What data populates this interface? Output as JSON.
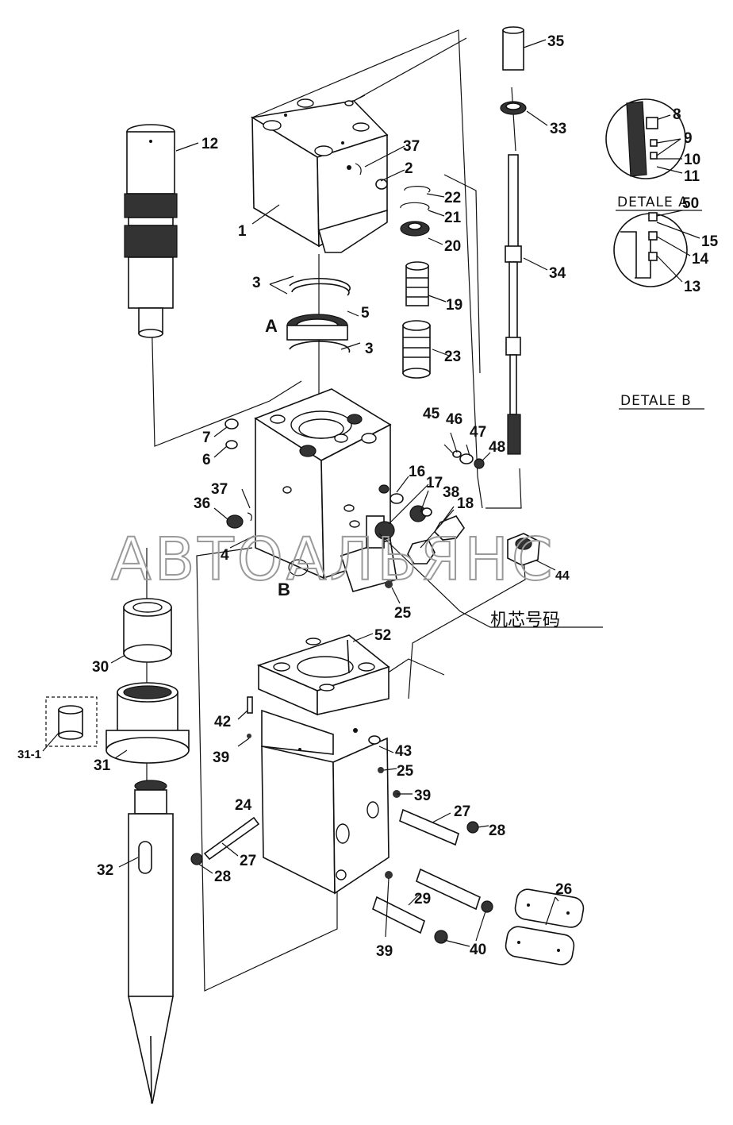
{
  "parts": [
    {
      "n": "1"
    },
    {
      "n": "2"
    },
    {
      "n": "3"
    },
    {
      "n": "3"
    },
    {
      "n": "4"
    },
    {
      "n": "5"
    },
    {
      "n": "6"
    },
    {
      "n": "7"
    },
    {
      "n": "12"
    },
    {
      "n": "16"
    },
    {
      "n": "17"
    },
    {
      "n": "18"
    },
    {
      "n": "19"
    },
    {
      "n": "20"
    },
    {
      "n": "21"
    },
    {
      "n": "22"
    },
    {
      "n": "23"
    },
    {
      "n": "24"
    },
    {
      "n": "25"
    },
    {
      "n": "25"
    },
    {
      "n": "26"
    },
    {
      "n": "27"
    },
    {
      "n": "27"
    },
    {
      "n": "28"
    },
    {
      "n": "28"
    },
    {
      "n": "29"
    },
    {
      "n": "30"
    },
    {
      "n": "31"
    },
    {
      "n": "31-1"
    },
    {
      "n": "32"
    },
    {
      "n": "33"
    },
    {
      "n": "34"
    },
    {
      "n": "35"
    },
    {
      "n": "36"
    },
    {
      "n": "37"
    },
    {
      "n": "37"
    },
    {
      "n": "38"
    },
    {
      "n": "39"
    },
    {
      "n": "39"
    },
    {
      "n": "39"
    },
    {
      "n": "40"
    },
    {
      "n": "42"
    },
    {
      "n": "43"
    },
    {
      "n": "44"
    },
    {
      "n": "45"
    },
    {
      "n": "46"
    },
    {
      "n": "47"
    },
    {
      "n": "48"
    },
    {
      "n": "52"
    }
  ],
  "markers": {
    "a": "A",
    "b": "B"
  },
  "detail_a": {
    "title": "DETALE   A",
    "labels": [
      "8",
      "9",
      "10",
      "11"
    ]
  },
  "detail_b": {
    "title": "DETALE   B",
    "labels": [
      "50",
      "15",
      "14",
      "13"
    ]
  },
  "core_number_label": "机芯号码",
  "watermark": "АВТОАЛЬЯНС"
}
